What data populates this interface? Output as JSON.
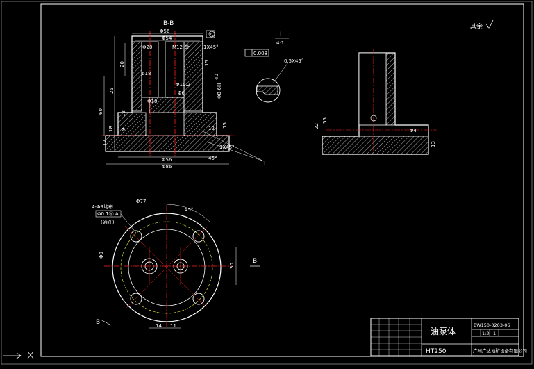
{
  "sheet": {
    "roughness_note": "其余",
    "section_title": "B-B",
    "detail_label": "I",
    "detail_scale": "4:1",
    "datum_label": "A",
    "view_mark_b": "B",
    "view_mark_b2": "B",
    "leader_i": "I"
  },
  "dimensions": {
    "d1": "Φ56",
    "d2": "Φ54",
    "d3": "Φ20",
    "d4": "M12-6h",
    "d5": "1X45°",
    "d6": "Φ18",
    "d7": "Φ10.2",
    "d8": "Φ6",
    "d9": "Φ10",
    "d10": "Φ8-6H",
    "d11": "Φ56",
    "d12": "Φ86",
    "d13": "1X45°",
    "d14": "45°",
    "h1": "20",
    "h2": "26",
    "h3": "60",
    "h4": "12",
    "h5": "9",
    "h6": "12",
    "h7": "18",
    "h8": "15",
    "h9": "40",
    "h10": "15",
    "h11": "12",
    "v1": "Φ77",
    "v2": "4-Φ9均布",
    "v3": "Φ0.1Ⓜ A",
    "v4": "(通孔)",
    "v5": "45°",
    "v6": "30",
    "v7": "14",
    "v8": "11",
    "v9": "Φ9",
    "r1": "55",
    "r2": "22",
    "r3": "13",
    "r4": "Φ4",
    "det1": "0.008",
    "det2": "0.5X45°"
  },
  "titleblock": {
    "part_name": "油泵体",
    "drawing_no": "BW150-0203-06",
    "material": "HT250",
    "company": "广州广达地矿设备有限公司",
    "scale_a": "1:2",
    "scale_b": "1"
  },
  "colors": {
    "background": "#000000",
    "line": "#ffffff",
    "center": "#ff2020",
    "hatch": "#ffffff",
    "hidden": "#ffff40"
  }
}
